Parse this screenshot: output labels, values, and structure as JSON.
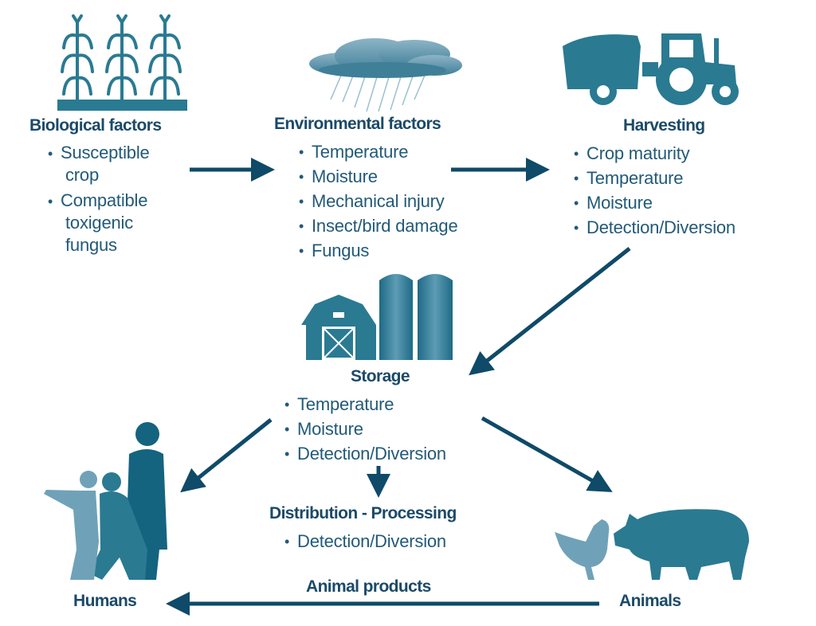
{
  "colors": {
    "text": "#1b4a68",
    "arrow": "#0f4a68",
    "icon": "#2a7a92",
    "icon_light": "#6fa2b8"
  },
  "biological": {
    "title": "Biological factors",
    "items": [
      {
        "line1": "Susceptible",
        "line2": "crop"
      },
      {
        "line1": "Compatible",
        "line2": "toxigenic",
        "line3": "fungus"
      }
    ]
  },
  "environmental": {
    "title": "Environmental factors",
    "items": [
      "Temperature",
      "Moisture",
      "Mechanical injury",
      "Insect/bird damage",
      "Fungus"
    ]
  },
  "harvesting": {
    "title": "Harvesting",
    "items": [
      "Crop maturity",
      "Temperature",
      "Moisture",
      "Detection/Diversion"
    ]
  },
  "storage": {
    "title": "Storage",
    "items": [
      "Temperature",
      "Moisture",
      "Detection/Diversion"
    ]
  },
  "distribution": {
    "title": "Distribution - Processing",
    "items": [
      "Detection/Diversion"
    ]
  },
  "humans": {
    "title": "Humans"
  },
  "animals": {
    "title": "Animals"
  },
  "animal_products": {
    "label": "Animal products"
  }
}
